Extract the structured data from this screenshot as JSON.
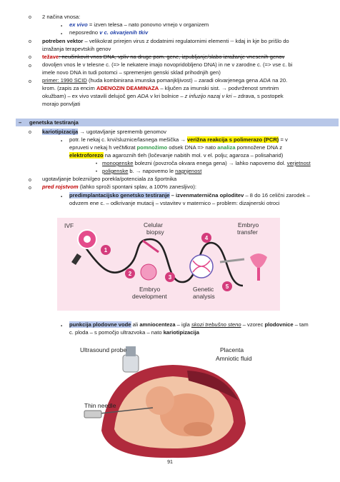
{
  "lines": {
    "l1": "2 načina vnosa:",
    "l2a": "ex vivo",
    "l2b": " = izven telesa – nato ponovno vrnejo v organizem",
    "l3a": "neposredno ",
    "l3b": "v c. okvarjenih tkiv",
    "l4a": "potreben vektor",
    "l4b": " – velikokrat prirejen virus z dodatnimi regulatornimi elementi -- kdaj in kje bo prišlo do",
    "l5": "izražanja terapevtskih genov",
    "l6a": "težave",
    "l6b": ": neučinkovit vnos DNA, vpliv na druge pom. gene, izpubljanje/slabo izražanje vnesenih genov",
    "l7": "dovoljen vnos le v telesne c. (=> le nekatere imajo novopridobljeno DNA) in ne v zarodne c. (=> vse c. bi",
    "l8": "imele novo DNA in tudi potomci – spremenjen genski sklad prihodnjih gen)",
    "l9a": "primer: 1990 SCID",
    "l9b": " (huda kombinirana imunska pomanjkljivost) – zaradi okvarjenega gena ",
    "l9c": "ADA",
    "l9d": " na 20.",
    "l10a": "krom. (zapis za encim ",
    "l10b": "ADENOZIN DEAMINAZA",
    "l10c": " – ključen za imunski sist. → podvrženost smrtnim",
    "l11a": "okužbam) – ex vivo vstavili delujoč gen ",
    "l11b": "ADA",
    "l11c": " v kri bolnice – ",
    "l11d": "z infuzijo nazaj v kri",
    "l11e": " – zdrava, s postopek",
    "l12": "morajo ponvljati",
    "section": "genetska testiranja",
    "l13a": "kariotipizacija",
    "l13b": " → ugotavljanje sprememb genomov",
    "l14a": "potr. le nekaj c. krvi/sluznice/lasnega mešička → ",
    "l14b": "verižna reakcija s polimerazo (PCR)",
    "l14c": " = v",
    "l15a": "epruveti v nekaj h večMkrat ",
    "l15b": "pomnožimo",
    "l15c": " odsek DNA => nato ",
    "l15d": "analiza",
    "l15e": " pomnožene DNA z",
    "l16a": "elektroforezo",
    "l16b": " na agaroznih tleh (ločevanje nabitih mol. v el. polju; agaroza – polisaharid)",
    "l17a": "monogenske",
    "l17b": " bolezni (povzroča okvara enega gena) → lahko napovemo dol. ",
    "l17c": "verjetnost",
    "l18a": "poligenske",
    "l18b": " b. → napovemo le ",
    "l18c": "nagnjenost",
    "l19": "ugotavljanje bolezni/geo porekla/potenciala za športnika",
    "l20a": "pred rojstvom",
    "l20b": " (lahko sproži spontani splav, a 100% zanesljivo):",
    "l21a": "predimplantacijsko genetsko testiranje",
    "l21b": " – izvenmaternična oploditev",
    "l21c": " – 8 do 16 celični zarodek –",
    "l22": "odvzem ene c. – odkrivanje mutacij – vstavitev v maternico – problem: dizajnerski otroci",
    "l23a": "punkcija plodovne vode",
    "l23b": " ali ",
    "l23c": "amniocenteza",
    "l23d": " – igla ",
    "l23e": "skozi trebušno steno",
    "l23f": " – vzorec ",
    "l23g": "plodovnice",
    "l23h": " – tam",
    "l24a": "c. ploda – s pomočjo ultrazvoka – nato ",
    "l24b": "kariotipizacija"
  },
  "bullets": {
    "circle": "o",
    "square": "▪",
    "dot": "•",
    "dash": "–"
  },
  "figure1": {
    "labels": {
      "ivf": "IVF",
      "biopsy1": "Celular",
      "biopsy2": "biopsy",
      "embryo1": "Embryo",
      "embryo2": "transfer",
      "dev1": "Embryo",
      "dev2": "development",
      "gen1": "Genetic",
      "gen2": "analysis"
    },
    "steps": [
      "1",
      "2",
      "3",
      "4",
      "5"
    ]
  },
  "figure2": {
    "labels": {
      "probe": "Ultrasound probe",
      "placenta": "Placenta",
      "fluid": "Amniotic fluid",
      "needle": "Thin needle"
    }
  },
  "page_number": "91"
}
